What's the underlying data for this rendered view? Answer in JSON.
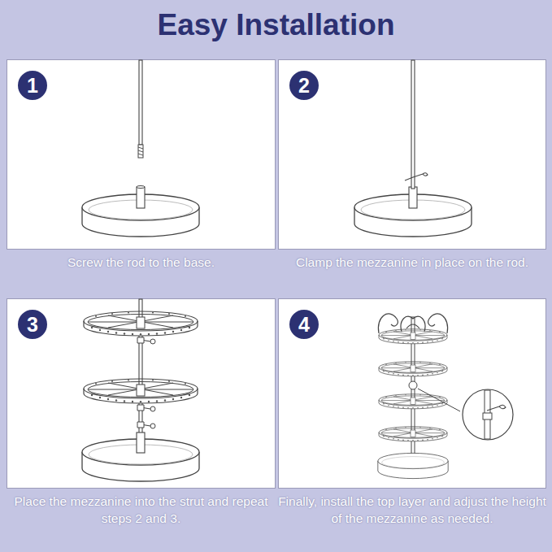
{
  "diagram": {
    "title": "Easy Installation",
    "nodes": [
      {
        "text": [
          "Screw the rod to the base."
        ]
      },
      {
        "text": [
          "1"
        ],
        "in": 0
      },
      {
        "text": [
          "Clamp the mezzanine in place on the rod."
        ]
      },
      {
        "text": [
          "2"
        ],
        "in": 2
      },
      {
        "text": [
          "Place the mezzanine into the strut and repeat steps 2 and 3."
        ]
      },
      {
        "text": [
          "3"
        ],
        "in": 4
      },
      {
        "text": [
          "Finally, install the top layer and adjust the height of the mezzanine as needed."
        ]
      },
      {
        "text": [
          "4"
        ],
        "in": 6
      }
    ]
  }
}
